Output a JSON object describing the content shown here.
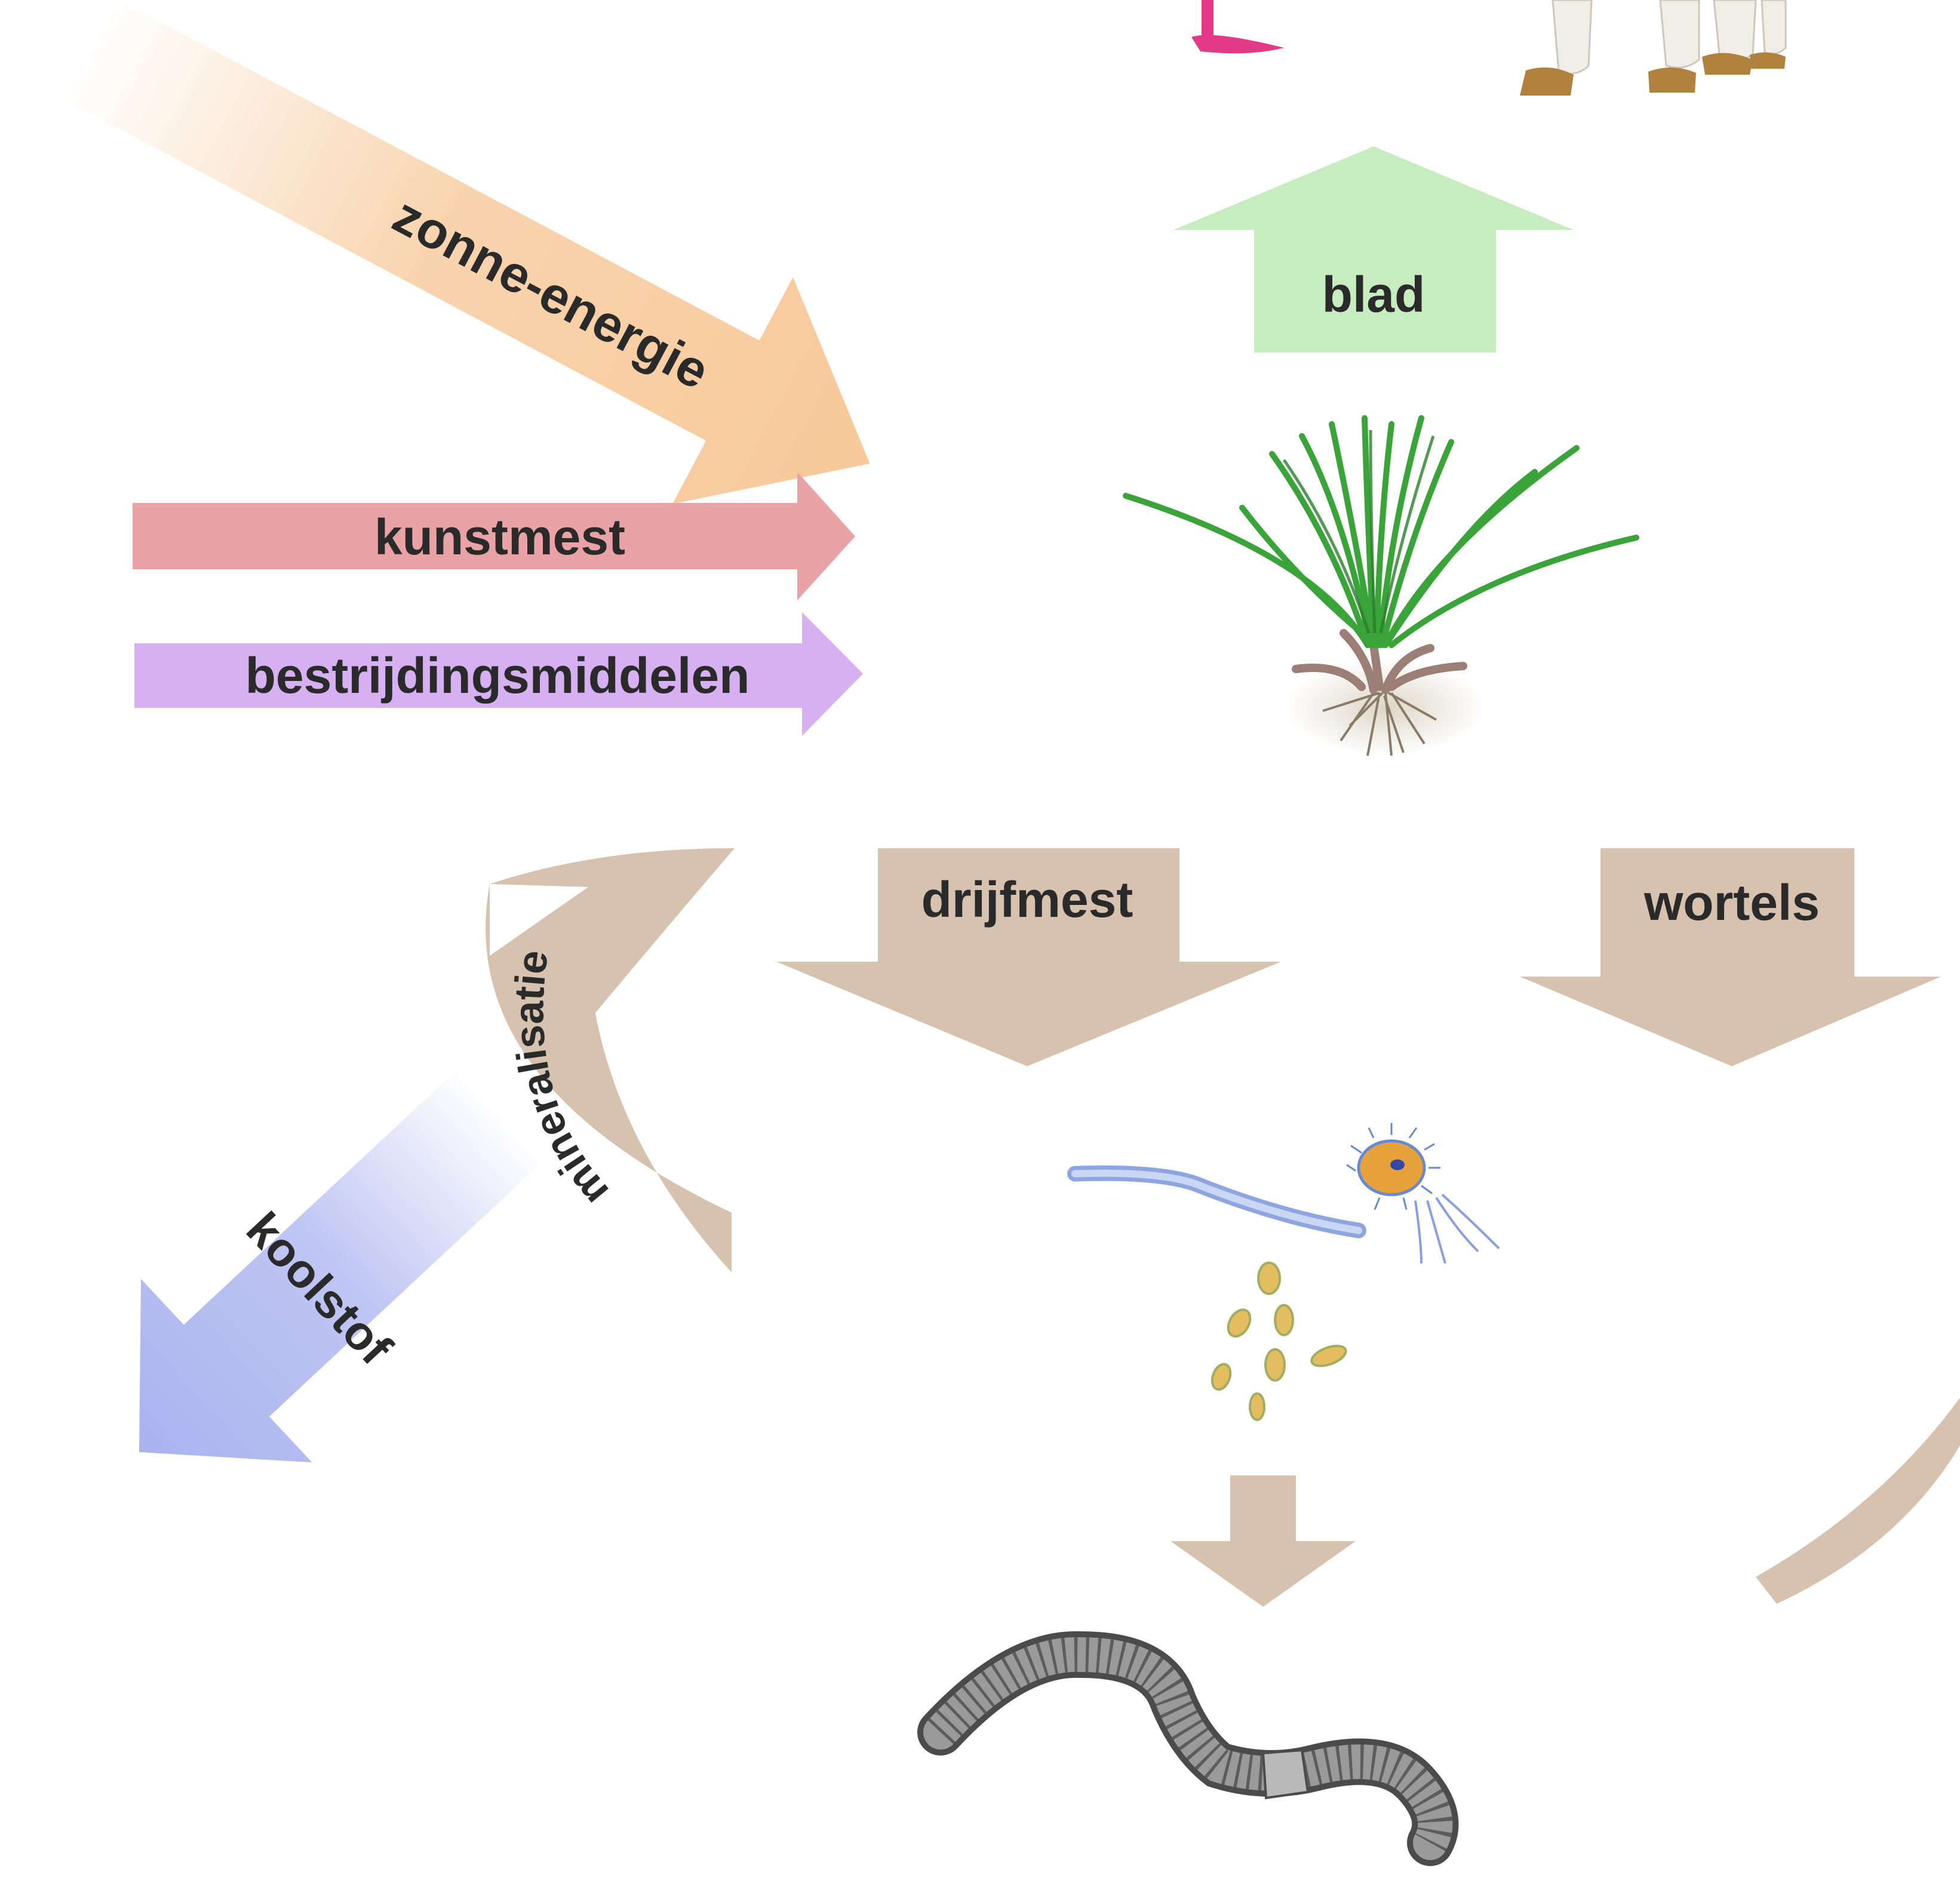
{
  "labels": {
    "solar": "zonne-energie",
    "leaf": "blad",
    "fertilizer": "kunstmest",
    "pesticides": "bestrijdingsmiddelen",
    "carbon": "koolstof",
    "mineralization": "mineralisatie",
    "slurry": "drijfmest",
    "roots": "wortels"
  },
  "colors": {
    "solar": "#f7c99a",
    "leaf": "#c7ecc0",
    "fertilizer": "#e9a2a6",
    "pesticides": "#d6b0f0",
    "carbon": "#aab3ef",
    "soil_flow": "#d7c2b0",
    "text": "#2a2a2a"
  },
  "icons": {
    "grass": "grass-plant-icon",
    "worm": "earthworm-icon",
    "microbes": "soil-microbes-icon",
    "animals": "livestock-legs-icon"
  }
}
